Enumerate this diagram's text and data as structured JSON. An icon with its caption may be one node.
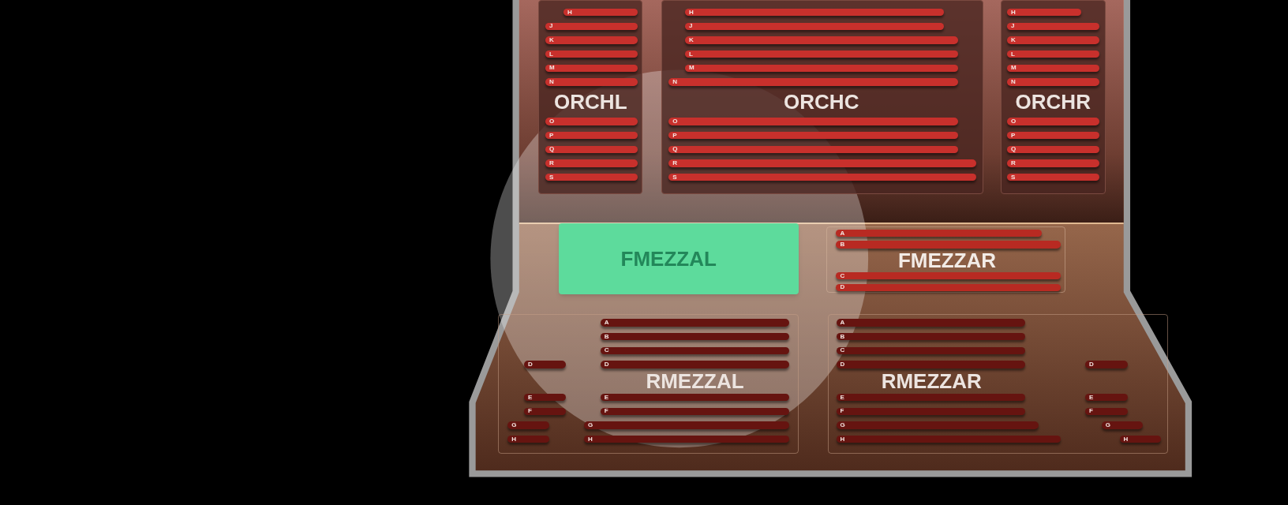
{
  "diagram": {
    "nodes": [
      {
        "text": [
          "ORCHL"
        ]
      },
      {
        "text": [
          "H"
        ],
        "in": 0
      },
      {
        "text": [
          "J"
        ],
        "in": 0
      },
      {
        "text": [
          "K"
        ],
        "in": 0
      },
      {
        "text": [
          "L"
        ],
        "in": 0
      },
      {
        "text": [
          "M"
        ],
        "in": 0
      },
      {
        "text": [
          "N"
        ],
        "in": 0
      },
      {
        "text": [
          "O"
        ],
        "in": 0
      },
      {
        "text": [
          "P"
        ],
        "in": 0
      },
      {
        "text": [
          "Q"
        ],
        "in": 0
      },
      {
        "text": [
          "R"
        ],
        "in": 0
      },
      {
        "text": [
          "S"
        ],
        "in": 0
      },
      {
        "text": [
          "ORCHC"
        ]
      },
      {
        "text": [
          "H"
        ],
        "in": 12
      },
      {
        "text": [
          "J"
        ],
        "in": 12
      },
      {
        "text": [
          "K"
        ],
        "in": 12
      },
      {
        "text": [
          "L"
        ],
        "in": 12
      },
      {
        "text": [
          "M"
        ],
        "in": 12
      },
      {
        "text": [
          "N"
        ],
        "in": 12
      },
      {
        "text": [
          "O"
        ],
        "in": 12
      },
      {
        "text": [
          "P"
        ],
        "in": 12
      },
      {
        "text": [
          "Q"
        ],
        "in": 12
      },
      {
        "text": [
          "R"
        ],
        "in": 12
      },
      {
        "text": [
          "S"
        ],
        "in": 12
      },
      {
        "text": [
          "ORCHR"
        ]
      },
      {
        "text": [
          "H"
        ],
        "in": 24
      },
      {
        "text": [
          "J"
        ],
        "in": 24
      },
      {
        "text": [
          "K"
        ],
        "in": 24
      },
      {
        "text": [
          "L"
        ],
        "in": 24
      },
      {
        "text": [
          "M"
        ],
        "in": 24
      },
      {
        "text": [
          "N"
        ],
        "in": 24
      },
      {
        "text": [
          "O"
        ],
        "in": 24
      },
      {
        "text": [
          "P"
        ],
        "in": 24
      },
      {
        "text": [
          "Q"
        ],
        "in": 24
      },
      {
        "text": [
          "R"
        ],
        "in": 24
      },
      {
        "text": [
          "S"
        ],
        "in": 24
      },
      {
        "text": [
          "FMEZZAL"
        ]
      },
      {
        "text": [
          "FMEZZAR"
        ]
      },
      {
        "text": [
          "A"
        ],
        "in": 37
      },
      {
        "text": [
          "B"
        ],
        "in": 37
      },
      {
        "text": [
          "C"
        ],
        "in": 37
      },
      {
        "text": [
          "D"
        ],
        "in": 37
      },
      {
        "text": [
          "RMEZZAL"
        ]
      },
      {
        "text": [
          "A"
        ],
        "in": 42
      },
      {
        "text": [
          "B"
        ],
        "in": 42
      },
      {
        "text": [
          "C"
        ],
        "in": 42
      },
      {
        "text": [
          "D"
        ],
        "in": 42
      },
      {
        "text": [
          "D"
        ],
        "in": 42
      },
      {
        "text": [
          "E"
        ],
        "in": 42
      },
      {
        "text": [
          "E"
        ],
        "in": 42
      },
      {
        "text": [
          "F"
        ],
        "in": 42
      },
      {
        "text": [
          "F"
        ],
        "in": 42
      },
      {
        "text": [
          "G"
        ],
        "in": 42
      },
      {
        "text": [
          "G"
        ],
        "in": 42
      },
      {
        "text": [
          "H"
        ],
        "in": 42
      },
      {
        "text": [
          "H"
        ],
        "in": 42
      },
      {
        "text": [
          "RMEZZAR"
        ]
      },
      {
        "text": [
          "A"
        ],
        "in": 56
      },
      {
        "text": [
          "B"
        ],
        "in": 56
      },
      {
        "text": [
          "C"
        ],
        "in": 56
      },
      {
        "text": [
          "D"
        ],
        "in": 56
      },
      {
        "text": [
          "D"
        ],
        "in": 56
      },
      {
        "text": [
          "E"
        ],
        "in": 56
      },
      {
        "text": [
          "E"
        ],
        "in": 56
      },
      {
        "text": [
          "F"
        ],
        "in": 56
      },
      {
        "text": [
          "F"
        ],
        "in": 56
      },
      {
        "text": [
          "G"
        ],
        "in": 56
      },
      {
        "text": [
          "G"
        ],
        "in": 56
      },
      {
        "text": [
          "H"
        ],
        "in": 56
      },
      {
        "text": [
          "H"
        ],
        "in": 56
      }
    ]
  }
}
